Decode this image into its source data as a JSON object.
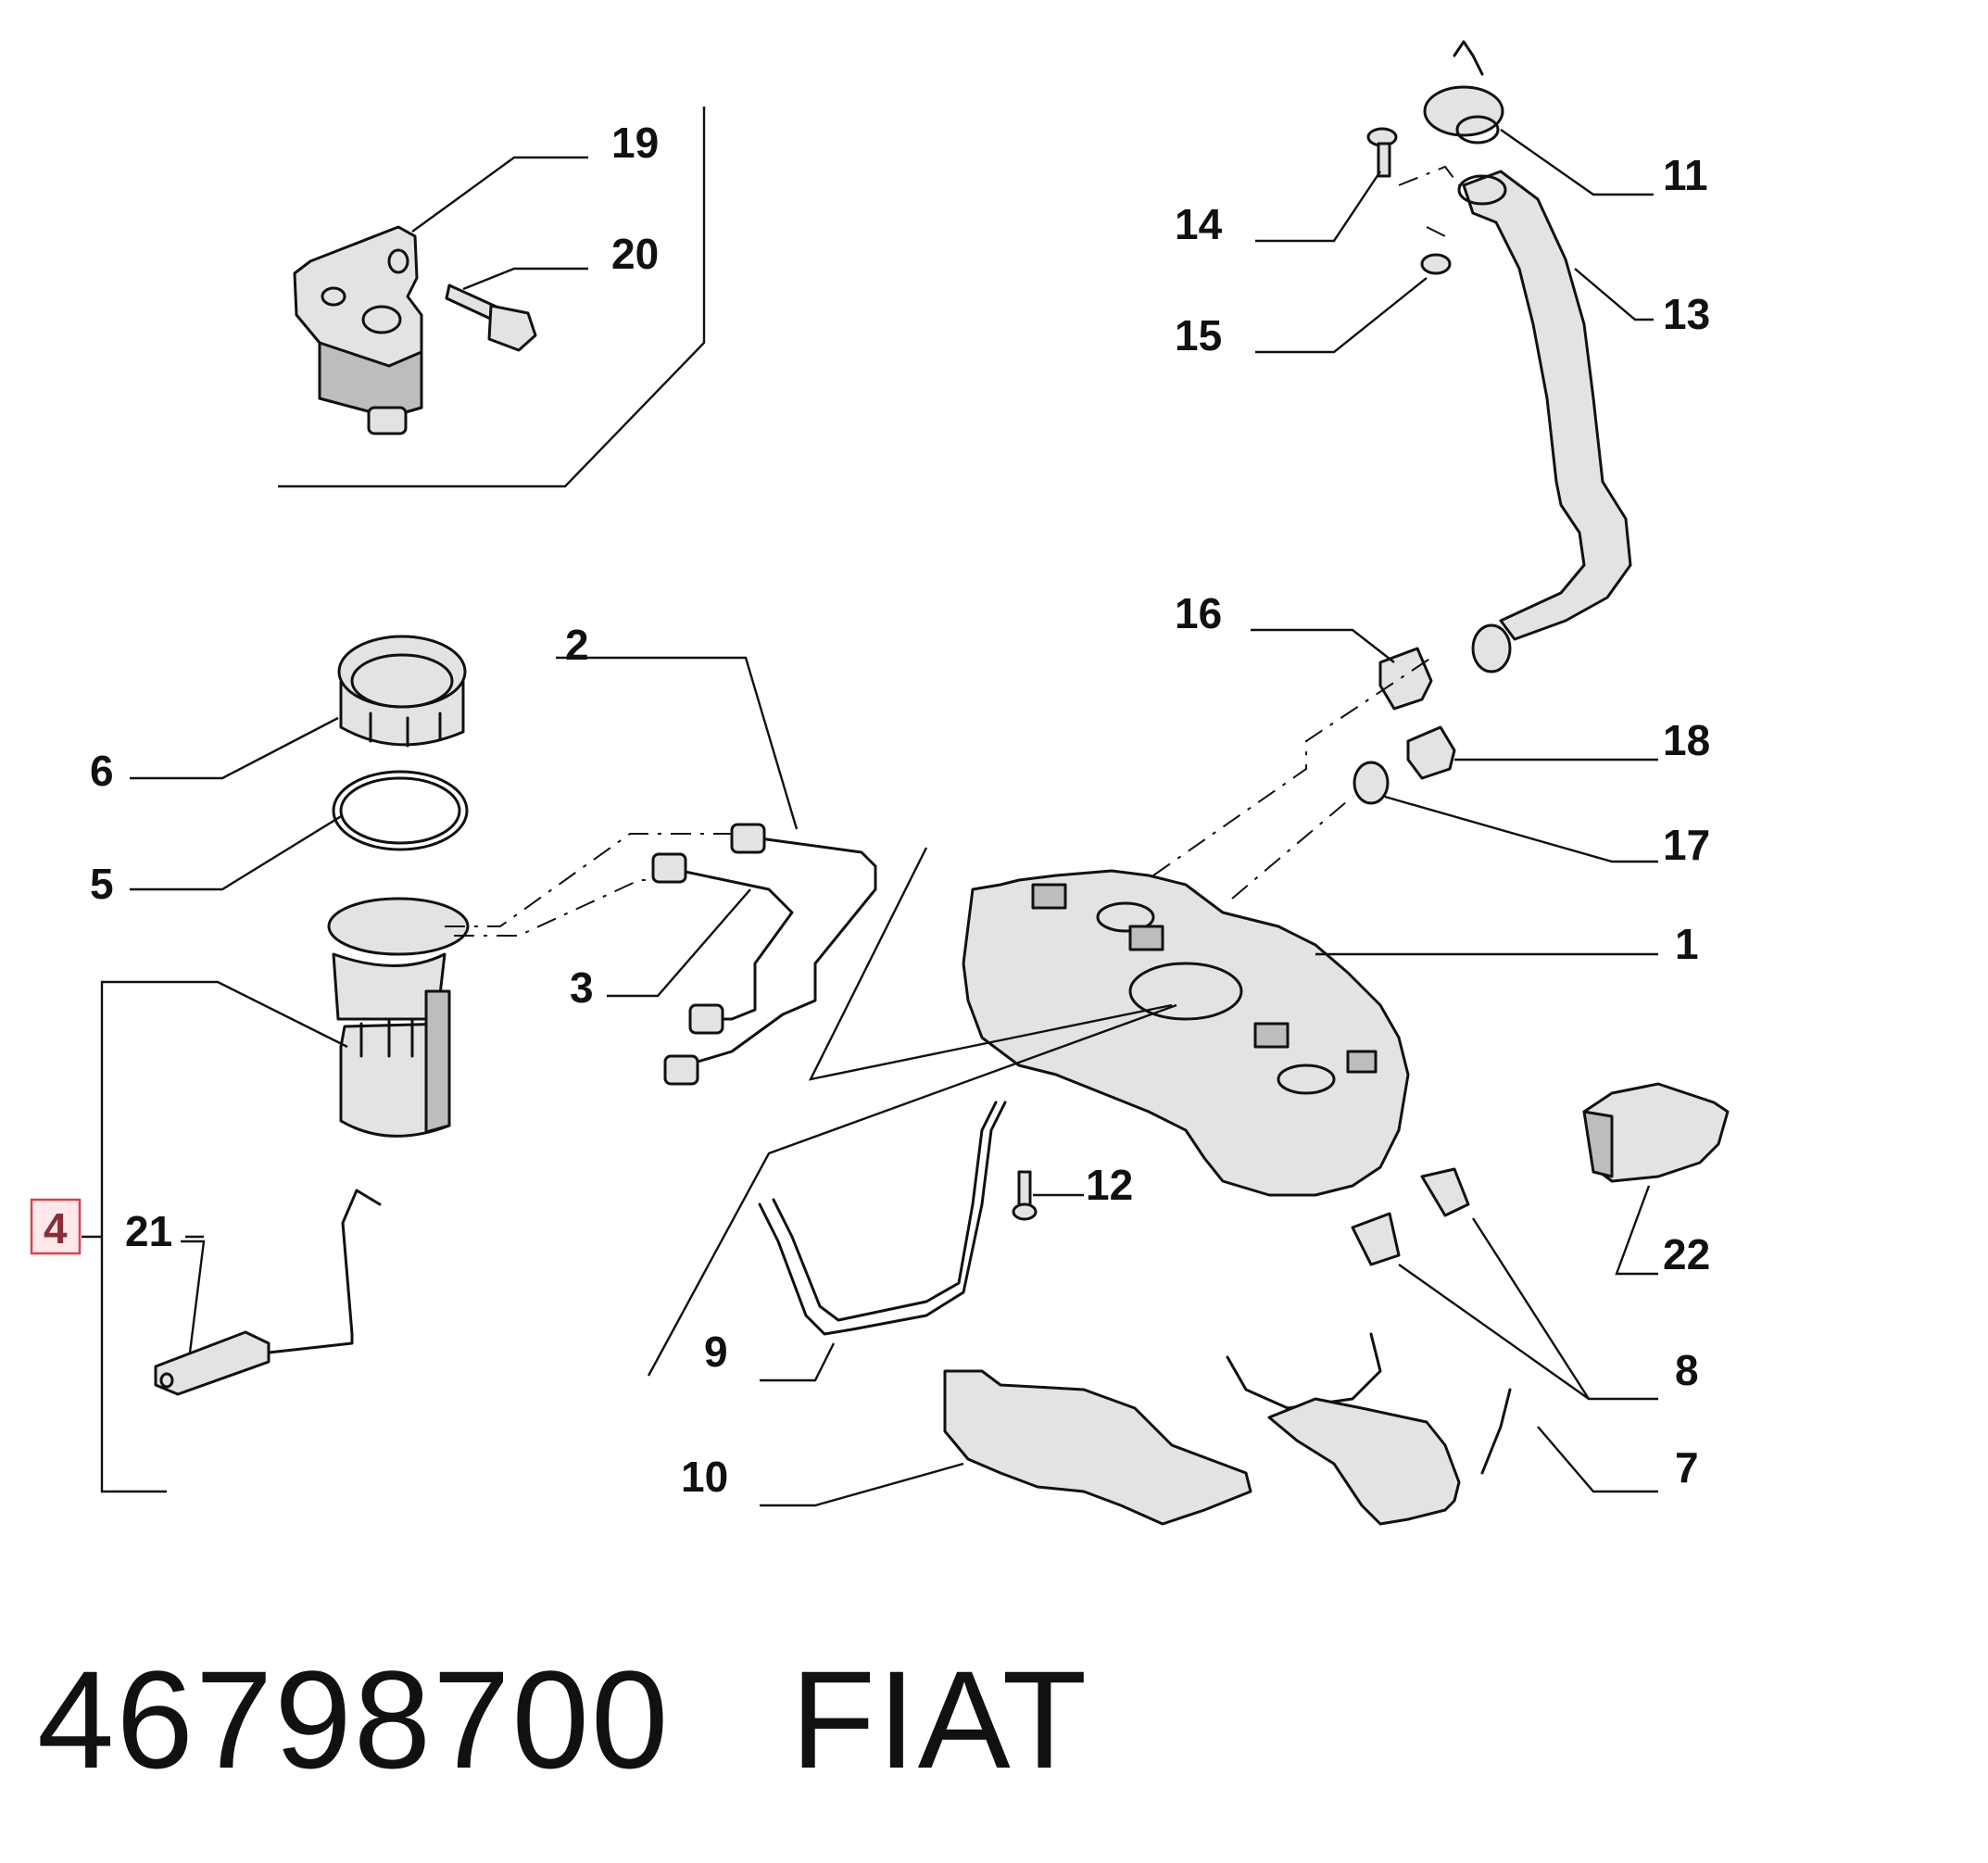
{
  "callouts": [
    {
      "id": "1",
      "label": "1"
    },
    {
      "id": "2",
      "label": "2"
    },
    {
      "id": "3",
      "label": "3"
    },
    {
      "id": "4",
      "label": "4"
    },
    {
      "id": "5",
      "label": "5"
    },
    {
      "id": "6",
      "label": "6"
    },
    {
      "id": "7",
      "label": "7"
    },
    {
      "id": "8",
      "label": "8"
    },
    {
      "id": "9",
      "label": "9"
    },
    {
      "id": "10",
      "label": "10"
    },
    {
      "id": "11",
      "label": "11"
    },
    {
      "id": "12",
      "label": "12"
    },
    {
      "id": "13",
      "label": "13"
    },
    {
      "id": "14",
      "label": "14"
    },
    {
      "id": "15",
      "label": "15"
    },
    {
      "id": "16",
      "label": "16"
    },
    {
      "id": "17",
      "label": "17"
    },
    {
      "id": "18",
      "label": "18"
    },
    {
      "id": "19",
      "label": "19"
    },
    {
      "id": "20",
      "label": "20"
    },
    {
      "id": "21",
      "label": "21"
    },
    {
      "id": "22",
      "label": "22"
    }
  ],
  "highlighted_callout": "4",
  "colors": {
    "highlight_border": "#d9434f",
    "highlight_fill": "#fde8ea"
  },
  "footer": {
    "part_number": "46798700",
    "brand": "FIAT"
  }
}
